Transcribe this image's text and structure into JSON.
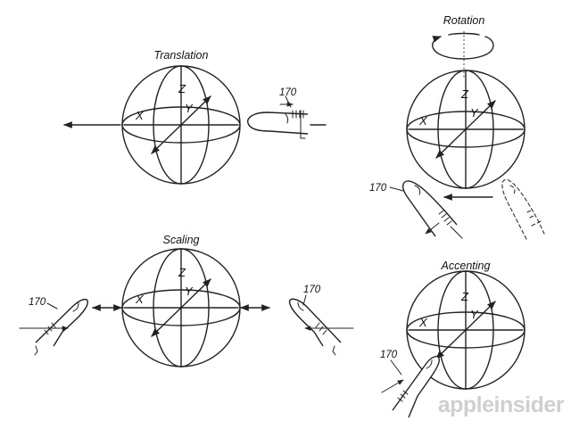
{
  "panels": {
    "translation": {
      "title": "Translation",
      "ref": "170"
    },
    "rotation": {
      "title": "Rotation",
      "ref": "170"
    },
    "scaling": {
      "title": "Scaling",
      "ref_left": "170",
      "ref_right": "170"
    },
    "accenting": {
      "title": "Accenting",
      "ref": "170"
    }
  },
  "axes": {
    "x": "X",
    "y": "Y",
    "z": "Z"
  },
  "watermark": "appleinsider"
}
